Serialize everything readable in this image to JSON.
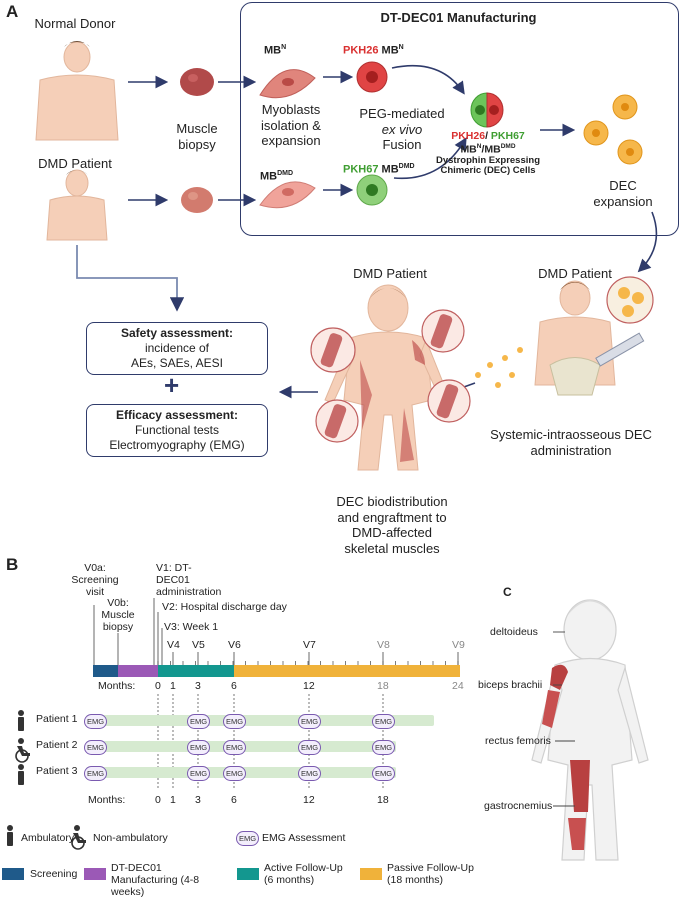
{
  "panel_a": {
    "letter": "A",
    "normal_donor": "Normal Donor",
    "dmd_patient_top": "DMD Patient",
    "muscle_biopsy": "Muscle biopsy",
    "mfg_title": "DT-DEC01 Manufacturing",
    "mbn": "MB",
    "mbn_sup": "N",
    "mbdmd": "MB",
    "mbdmd_sup": "DMD",
    "pkh26_label": "PKH26",
    "pkh67_label": "PKH67",
    "myoblasts_text": "Myoblasts isolation & expansion",
    "peg_line1": "PEG-mediated",
    "peg_line2": "ex vivo",
    "peg_line3": "Fusion",
    "dec_label_line1": "MB",
    "dec_label_sup1": "N",
    "dec_label_slash": "/MB",
    "dec_label_sup2": "DMD",
    "dec_cells": "Dystrophin Expressing Chimeric (DEC) Cells",
    "dec_expansion": "DEC expansion",
    "dmd_patient_mid": "DMD Patient",
    "dmd_patient_right": "DMD Patient",
    "safety_title": "Safety assessment:",
    "safety_line1": "incidence of",
    "safety_line2": "AEs, SAEs, AESI",
    "plus": "+",
    "efficacy_title": "Efficacy assessment:",
    "efficacy_line1": "Functional tests",
    "efficacy_line2": "Electromyography (EMG)",
    "systemic": "Systemic-intraosseous DEC administration",
    "biodist": "DEC biodistribution and engraftment to DMD-affected skeletal muscles"
  },
  "panel_b": {
    "letter": "B",
    "v0a": "V0a: Screening visit",
    "v0b": "V0b: Muscle biopsy",
    "v1": "V1: DT-DEC01 administration",
    "v2": "V2: Hospital discharge day",
    "v3": "V3: Week 1",
    "visits": [
      "V4",
      "V5",
      "V6",
      "V7",
      "V8",
      "V9"
    ],
    "months_label": "Months:",
    "months": [
      "0",
      "1",
      "3",
      "6",
      "12",
      "18",
      "24"
    ],
    "months_bottom": [
      "0",
      "1",
      "3",
      "6",
      "12",
      "18"
    ],
    "patients": [
      "Patient 1",
      "Patient 2",
      "Patient 3"
    ],
    "emg": "EMG",
    "legend_ambulatory": "Ambulatory",
    "legend_nonambulatory": "Non-ambulatory",
    "legend_emg": "EMG Assessment",
    "phases": [
      {
        "label": "Screening",
        "color": "#1f5a8a"
      },
      {
        "label": "DT-DEC01 Manufacturing (4-8 weeks)",
        "color": "#9b59b6"
      },
      {
        "label": "Active Follow-Up (6 months)",
        "color": "#13978f"
      },
      {
        "label": "Passive Follow-Up (18 months)",
        "color": "#f0b23a"
      }
    ]
  },
  "panel_c": {
    "letter": "C",
    "muscles": [
      "deltoideus",
      "biceps brachii",
      "rectus femoris",
      "gastrocnemius"
    ]
  }
}
